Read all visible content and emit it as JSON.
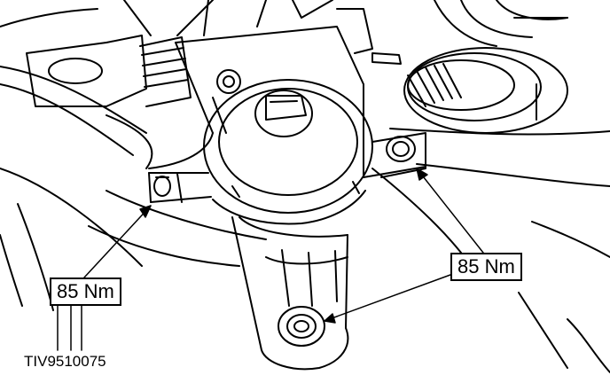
{
  "labels": {
    "torque_left": "85 Nm",
    "torque_right": "85 Nm"
  },
  "reference_code": "TIV9510075",
  "colors": {
    "ink": "#000000",
    "paper": "#ffffff"
  }
}
